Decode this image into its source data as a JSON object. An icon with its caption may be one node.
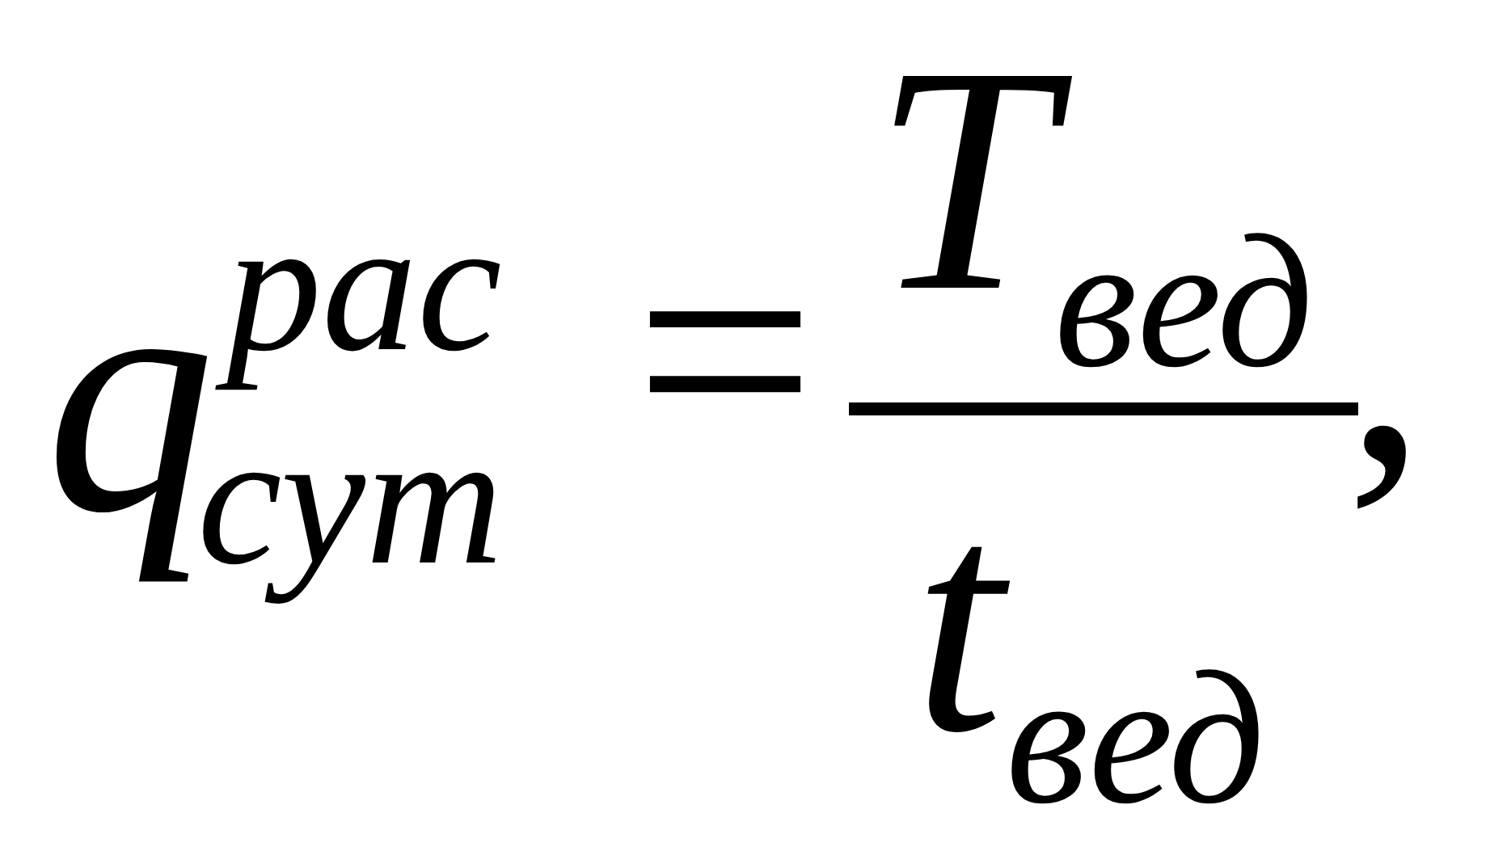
{
  "diagram": {
    "labels": [
      "q",
      "рас",
      "сут",
      "=",
      "T",
      "вед",
      "t",
      "вед",
      ","
    ]
  }
}
